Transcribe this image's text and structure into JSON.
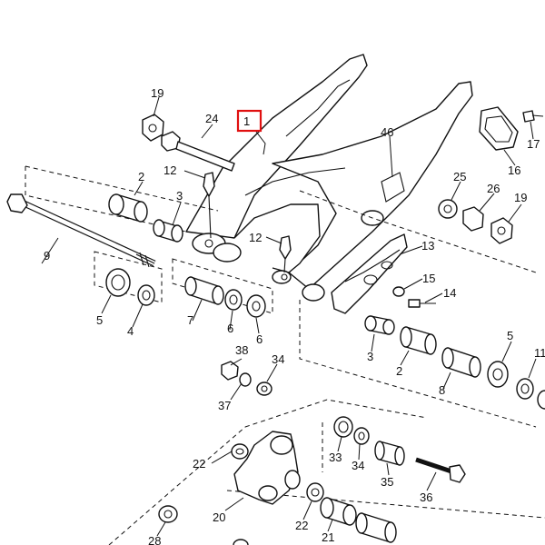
{
  "callouts": [
    "1",
    "2",
    "3",
    "4",
    "5",
    "6",
    "7",
    "8",
    "9",
    "11",
    "12",
    "13",
    "14",
    "15",
    "16",
    "17",
    "19",
    "20",
    "21",
    "22",
    "24",
    "25",
    "26",
    "28",
    "33",
    "34",
    "35",
    "36",
    "37",
    "38",
    "46"
  ],
  "highlight": {
    "label": "1",
    "color": "#e01010"
  }
}
